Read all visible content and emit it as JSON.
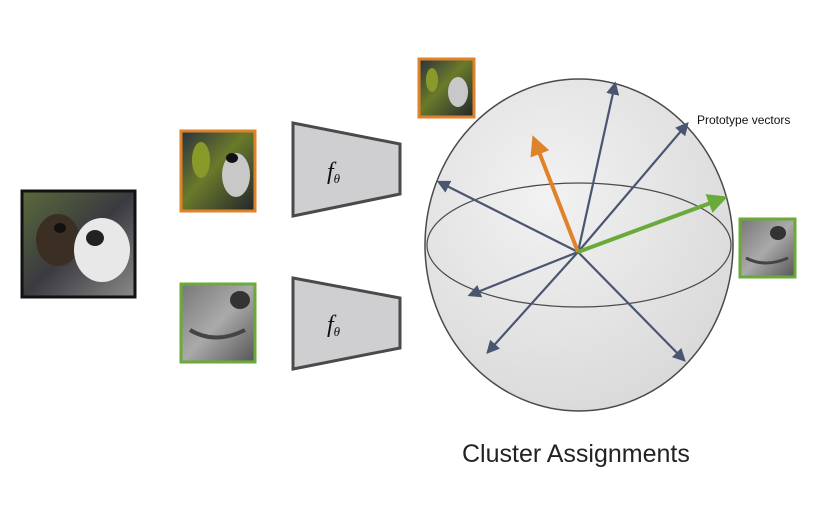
{
  "labels": {
    "prototype_vectors": "Prototype vectors",
    "cluster_assignments": "Cluster Assignments"
  },
  "encoder": {
    "symbol": "f",
    "subscript": "θ"
  },
  "colors": {
    "orange": "#e0822a",
    "green": "#6aaa3a",
    "arrow_gray": "#4a5670",
    "encoder_fill": "#cfcfd1",
    "sphere_fill": "#e6e6e6"
  }
}
